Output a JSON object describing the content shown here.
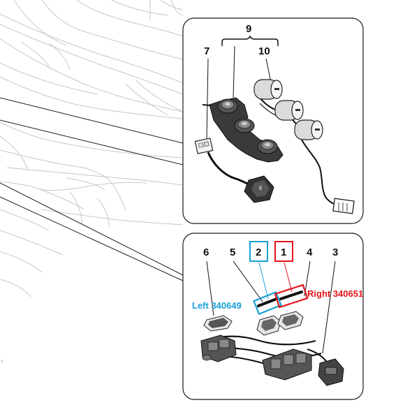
{
  "colors": {
    "blue": "#1aa0d8",
    "red": "#e3141b",
    "line": "#1a1a1a",
    "sketch": "#b9bcc0"
  },
  "callouts": {
    "c9": "9",
    "c7": "7",
    "c10": "10",
    "c6": "6",
    "c5": "5",
    "c2": "2",
    "c1": "1",
    "c4": "4",
    "c3": "3"
  },
  "labels": {
    "left": "Left 340649",
    "right": "Right 340651"
  },
  "edge_text": {
    "a": "r"
  }
}
